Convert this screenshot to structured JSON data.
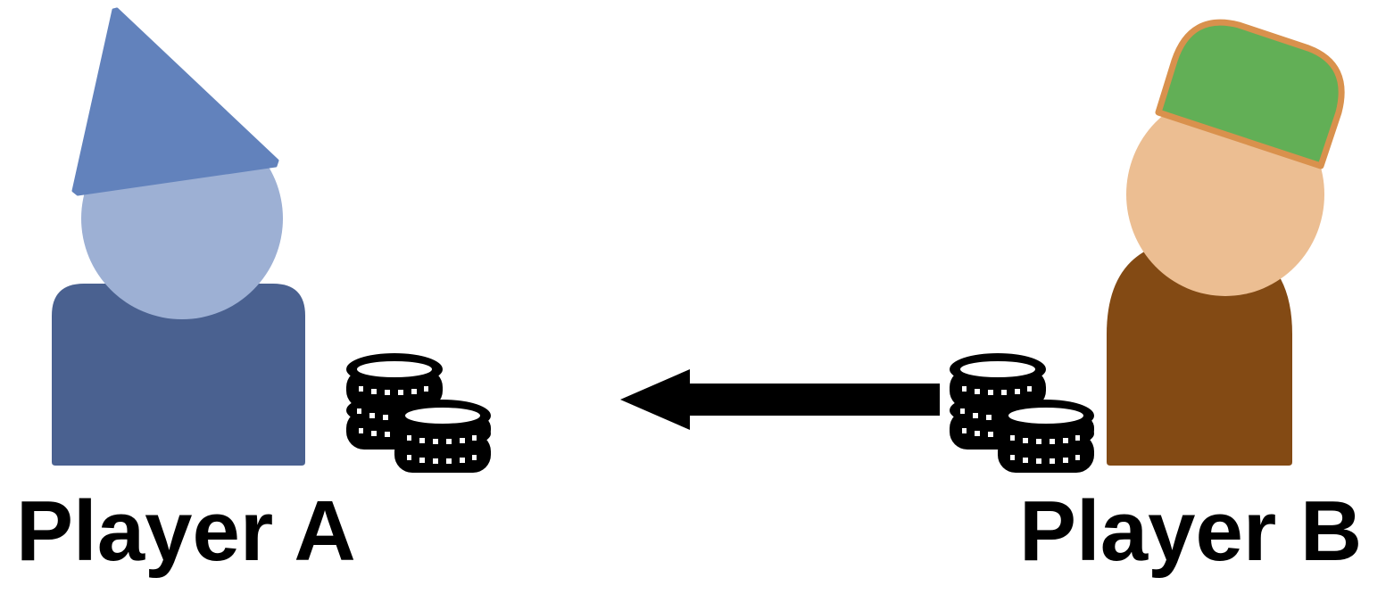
{
  "players": [
    {
      "label": "Player A",
      "colors": {
        "body": "#4a6190",
        "head": "#9db0d4",
        "hat": "#6282bc"
      }
    },
    {
      "label": "Player B",
      "colors": {
        "body": "#834a14",
        "head": "#ecbe92",
        "hat": "#62af56",
        "hat_border": "#d9914d"
      }
    }
  ],
  "arrow": {
    "color": "#000000",
    "direction": "from Player B to Player A"
  },
  "icons": {
    "coins_a": "coin-stack-icon",
    "coins_b": "coin-stack-icon"
  }
}
